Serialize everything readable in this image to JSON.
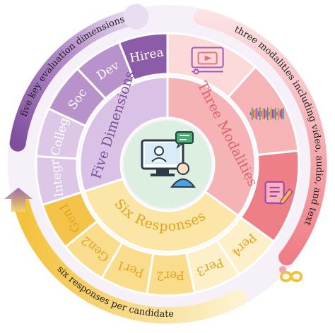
{
  "center": {
    "icon": "video-interview-icon"
  },
  "sections": [
    {
      "id": "dimensions",
      "title": "Five Dimensions",
      "items": [
        "Integr",
        "Colleg",
        "Soc",
        "Dev",
        "Hirea"
      ]
    },
    {
      "id": "modalities",
      "title": "Three Modalities",
      "items": [
        "video-player-icon",
        "audio-waveform-icon",
        "text-document-icon"
      ]
    },
    {
      "id": "responses",
      "title": "Six Responses",
      "items": [
        "Gen1",
        "Gen2",
        "Per1",
        "Per2",
        "Per3",
        "Per4"
      ]
    }
  ],
  "outer_captions": {
    "dimensions": "five key evaluation dimensions",
    "modalities": "three modalities including video, audio, and text",
    "responses": "six responses per candidate"
  },
  "decorations": [
    "up-arrow-icon",
    "infinity-icon"
  ],
  "colors": {
    "dimensions_dark": "#8d5ca8",
    "dimensions_mid": "#b892cb",
    "dimensions_light": "#dcc7e6",
    "dimensions_text": "#7a4f96",
    "modalities_dark": "#ee7f86",
    "modalities_mid": "#f6b4b6",
    "modalities_light": "#fbdad9",
    "modalities_text": "#e0606a",
    "responses_dark": "#f3c34a",
    "responses_mid": "#f9dc8c",
    "responses_light": "#fdf0c8",
    "responses_text": "#e2a515",
    "center_bg": "#dcefe1"
  }
}
